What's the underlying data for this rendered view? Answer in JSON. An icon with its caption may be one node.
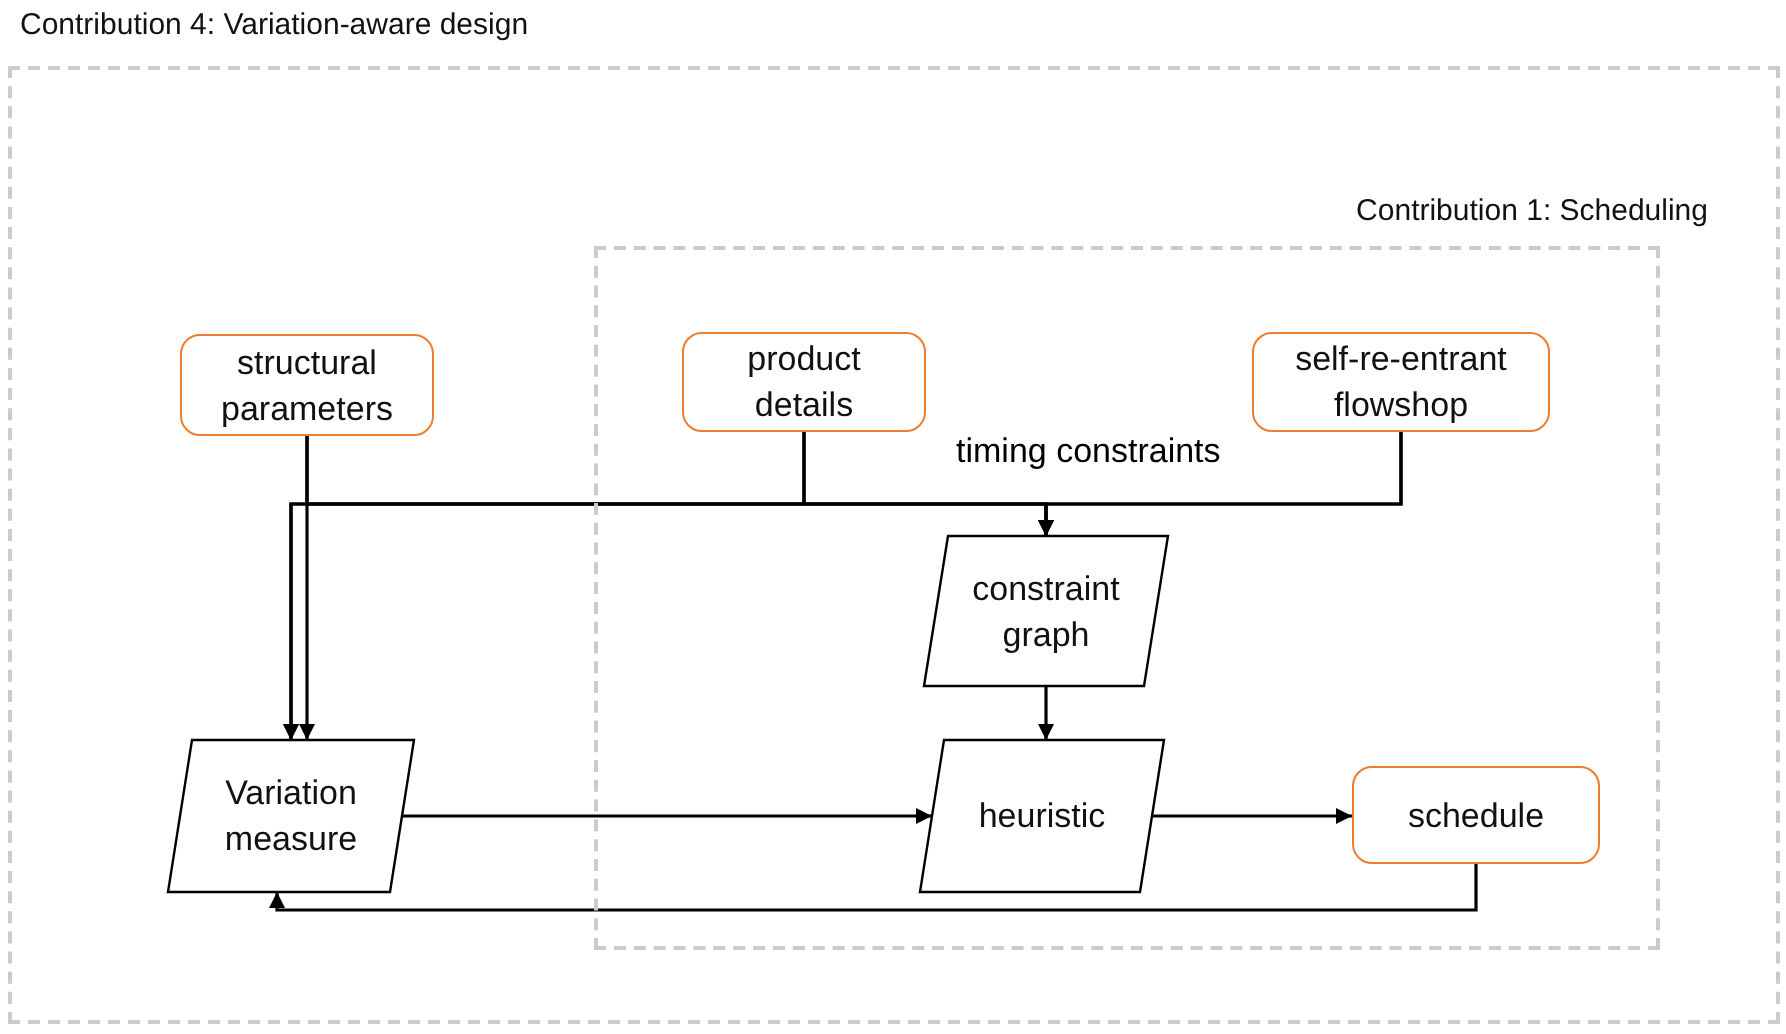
{
  "diagram": {
    "nodes": [
      {
        "text": [
          "Contribution 4: Variation-aware design"
        ]
      },
      {
        "text": [
          "Contribution 1: Scheduling"
        ],
        "in": 0
      },
      {
        "text": [
          "structural parameters"
        ],
        "in": 0
      },
      {
        "text": [
          "product details"
        ],
        "in": 1
      },
      {
        "text": [
          "self-re-entrant flowshop"
        ],
        "in": 1
      },
      {
        "text": [
          "constraint graph"
        ],
        "in": 1
      },
      {
        "text": [
          "Variation measure"
        ],
        "in": 0
      },
      {
        "text": [
          "heuristic"
        ],
        "in": 1
      },
      {
        "text": [
          "schedule"
        ],
        "in": 1
      }
    ],
    "edges": [
      {
        "from": 2,
        "to": 5,
        "arrow": "to"
      },
      {
        "from": 3,
        "to": 5,
        "arrow": "to"
      },
      {
        "from": 4,
        "to": 5,
        "arrow": "to",
        "label": "timing constraints"
      },
      {
        "from": 2,
        "to": 6,
        "arrow": "to"
      },
      {
        "from": 3,
        "to": 6,
        "arrow": "to"
      },
      {
        "from": 4,
        "to": 6,
        "arrow": "to"
      },
      {
        "from": 5,
        "to": 7,
        "arrow": "to"
      },
      {
        "from": 6,
        "to": 7,
        "arrow": "to"
      },
      {
        "from": 7,
        "to": 8,
        "arrow": "to"
      },
      {
        "from": 8,
        "to": 6,
        "arrow": "to"
      }
    ]
  }
}
